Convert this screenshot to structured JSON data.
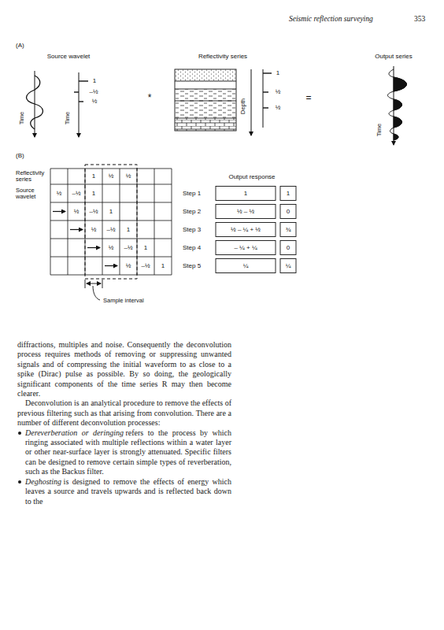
{
  "diagram": {
    "labels": [
      "Seismic reflection surveying",
      "353",
      "(A)",
      "Source wavelet",
      "Time",
      "Time",
      "1",
      "–½",
      "½",
      "*",
      "Reflectivity series",
      "Depth",
      "1",
      "½",
      "½",
      "=",
      "Output series",
      "Time",
      "(B)",
      "Reflectivity series",
      "Source wavelet",
      "1",
      "½",
      "½",
      "½",
      "–½",
      "1",
      "½",
      "–½",
      "1",
      "½",
      "–½",
      "1",
      "½",
      "–½",
      "1",
      "½",
      "–½",
      "1",
      "Step 1",
      "Step 2",
      "Step 3",
      "Step 4",
      "Step 5",
      "Output response",
      "1",
      "½ – ½",
      "½ – ¼ + ½",
      "– ¼ + ¼",
      "¼",
      "1",
      "0",
      "¾",
      "0",
      "¼",
      "Sample interval",
      "diffractions, multiples and noise. Consequently the deconvolution process requires methods of removing or suppressing unwanted signals and of compressing the initial waveform to as close to a spike (Dirac) pulse as possible. By so doing, the geologically significant components of the time series R may then become clearer.",
      "Deconvolution is an analytical procedure to remove the effects of previous filtering such as that arising from convolution. There are a number of different deconvolution processes:",
      "Dereverberation or deringing",
      "refers to the process by which ringing associated with multiple reflections within a water layer or other near-surface layer is strongly attenuated. Specific filters can be designed to remove certain simple types of reverberation, such as the Backus filter.",
      "Deghosting",
      "is designed to remove the effects of energy which leaves a source and travels upwards and is reflected back down to the"
    ]
  }
}
